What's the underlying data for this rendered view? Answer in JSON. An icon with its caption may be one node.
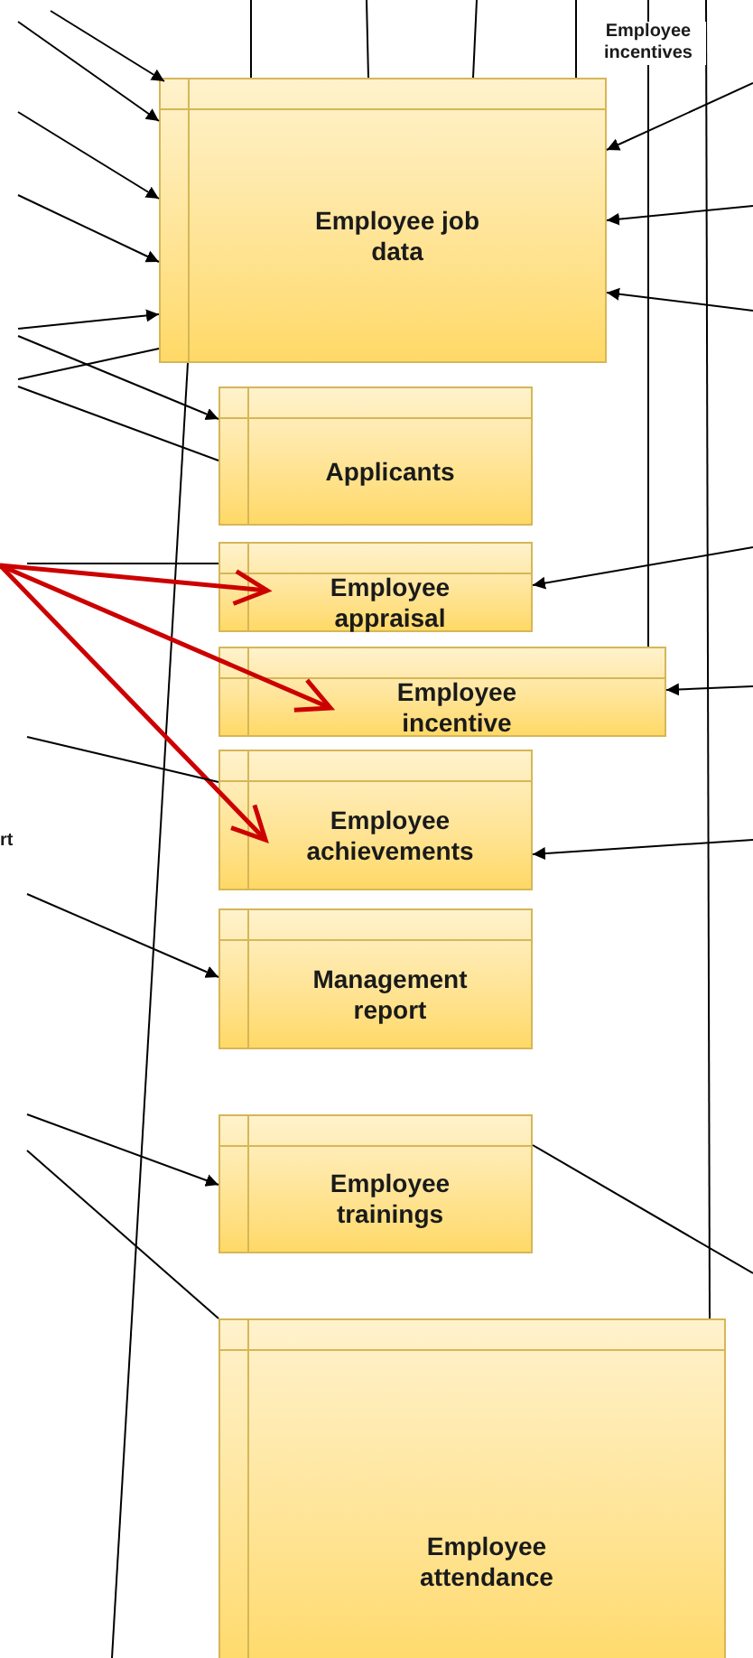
{
  "diagram": {
    "nodes": [
      {
        "text": [
          "Employee job data"
        ]
      },
      {
        "text": [
          "Applicants"
        ]
      },
      {
        "text": [
          "Employee appraisal"
        ]
      },
      {
        "text": [
          "Employee incentive"
        ]
      },
      {
        "text": [
          "Employee achievements"
        ]
      },
      {
        "text": [
          "Management report"
        ]
      },
      {
        "text": [
          "Employee trainings"
        ]
      },
      {
        "text": [
          "Employee attendance"
        ]
      }
    ],
    "edges": [
      {
        "from": null,
        "to": 0,
        "arrow": "to"
      },
      {
        "from": null,
        "to": 0,
        "arrow": "to"
      },
      {
        "from": null,
        "to": 0,
        "arrow": "to"
      },
      {
        "from": null,
        "to": 0,
        "arrow": "to"
      },
      {
        "from": null,
        "to": 0,
        "arrow": "to"
      },
      {
        "from": 0,
        "to": null,
        "arrow": "none"
      },
      {
        "from": null,
        "to": 1,
        "arrow": "to"
      },
      {
        "from": null,
        "to": 1,
        "arrow": "none"
      },
      {
        "from": null,
        "to": 0,
        "arrow": "to"
      },
      {
        "from": null,
        "to": 0,
        "arrow": "to"
      },
      {
        "from": null,
        "to": 0,
        "arrow": "to"
      },
      {
        "from": null,
        "to": 0,
        "arrow": "none"
      },
      {
        "from": null,
        "to": 0,
        "arrow": "none"
      },
      {
        "from": null,
        "to": 0,
        "arrow": "none"
      },
      {
        "from": null,
        "to": 0,
        "arrow": "none"
      },
      {
        "from": null,
        "to": 3,
        "arrow": "none"
      },
      {
        "from": null,
        "to": 7,
        "arrow": "none"
      },
      {
        "from": 0,
        "to": null,
        "arrow": "none"
      },
      {
        "from": null,
        "to": 2,
        "arrow": "none"
      },
      {
        "from": null,
        "to": 2,
        "arrow": "to"
      },
      {
        "from": null,
        "to": 2,
        "arrow": "to",
        "style": "thick",
        "color": "#cc0000"
      },
      {
        "from": null,
        "to": 3,
        "arrow": "to",
        "style": "thick",
        "color": "#cc0000"
      },
      {
        "from": null,
        "to": 4,
        "arrow": "to",
        "style": "thick",
        "color": "#cc0000"
      },
      {
        "from": null,
        "to": 3,
        "arrow": "to"
      },
      {
        "from": null,
        "to": 4,
        "arrow": "none"
      },
      {
        "from": null,
        "to": 4,
        "arrow": "to"
      },
      {
        "from": null,
        "to": 5,
        "arrow": "to"
      },
      {
        "from": null,
        "to": 6,
        "arrow": "to"
      },
      {
        "from": null,
        "to": 7,
        "arrow": "none"
      },
      {
        "from": 6,
        "to": null,
        "arrow": "none"
      }
    ],
    "labels": [
      "Employee incentives",
      "rt"
    ]
  }
}
